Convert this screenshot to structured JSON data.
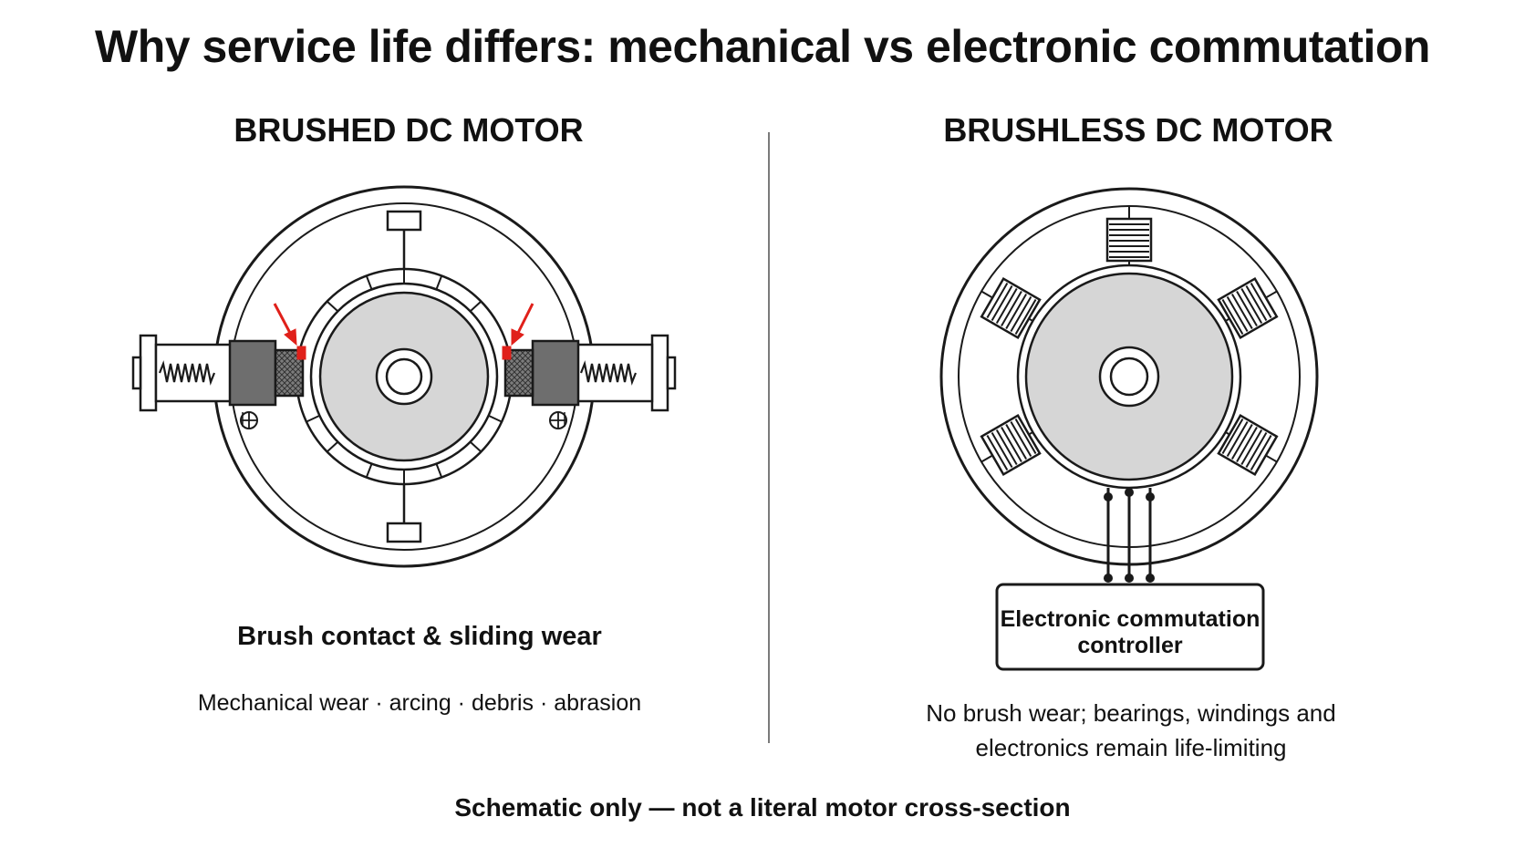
{
  "title": "Why service life differs: mechanical vs electronic commutation",
  "brushed": {
    "heading": "BRUSHED DC MOTOR",
    "caption_title": "Brush contact & sliding wear",
    "caption_detail": "Mechanical wear · arcing · debris · abrasion"
  },
  "brushless": {
    "heading": "BRUSHLESS DC MOTOR",
    "controller_line1": "Electronic commutation",
    "controller_line2": "controller",
    "caption_line1": "No brush wear; bearings, windings and",
    "caption_line2": "electronics remain life-limiting"
  },
  "footnote": "Schematic only — not a literal motor cross-section",
  "colors": {
    "line": "#1a1a1a",
    "rotor_fill": "#d6d6d6",
    "brush_holder_fill": "#6e6e6e",
    "brush_fill": "#7c7c7c",
    "wear_marker": "#e0201a"
  }
}
